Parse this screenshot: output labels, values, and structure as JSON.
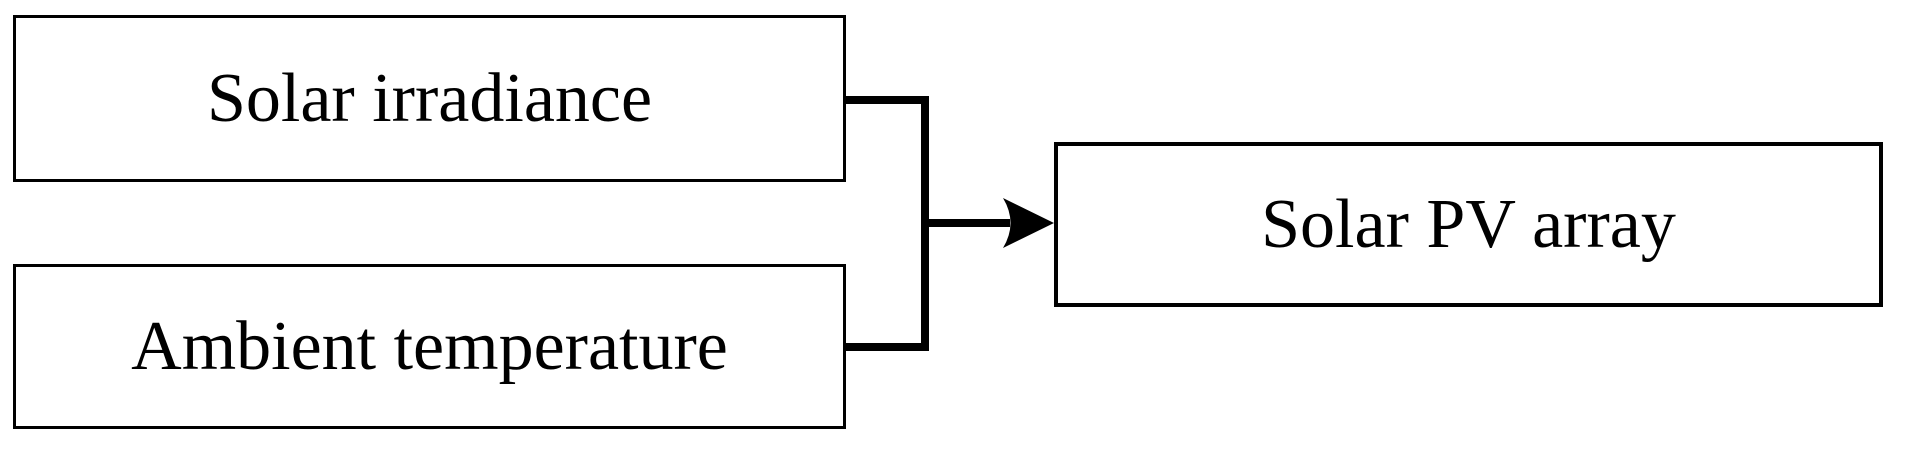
{
  "diagram": {
    "background_color": "#ffffff",
    "stroke_color": "#000000",
    "text_color": "#000000",
    "nodes": [
      {
        "id": "solar-irradiance",
        "label": "Solar irradiance"
      },
      {
        "id": "ambient-temperature",
        "label": "Ambient temperature"
      },
      {
        "id": "solar-pv-array",
        "label": "Solar PV array"
      }
    ],
    "edges": [
      {
        "from": "solar-irradiance",
        "to": "solar-pv-array",
        "type": "merged-arrow"
      },
      {
        "from": "ambient-temperature",
        "to": "solar-pv-array",
        "type": "merged-arrow"
      }
    ]
  }
}
